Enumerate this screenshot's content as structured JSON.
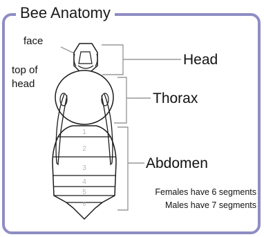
{
  "title": "Bee Anatomy",
  "colors": {
    "frame": "#8e8dc3",
    "outline": "#1a1a1a",
    "bracket": "#999999",
    "segment_number": "#b5b5b5"
  },
  "labels": {
    "face": "face",
    "top_of_head_line1": "top of",
    "top_of_head_line2": "head",
    "head": "Head",
    "thorax": "Thorax",
    "abdomen": "Abdomen",
    "note_females": "Females have 6 segments",
    "note_males": "Males have 7 segments"
  },
  "segments": [
    "1",
    "2",
    "3",
    "4",
    "5",
    "6"
  ]
}
